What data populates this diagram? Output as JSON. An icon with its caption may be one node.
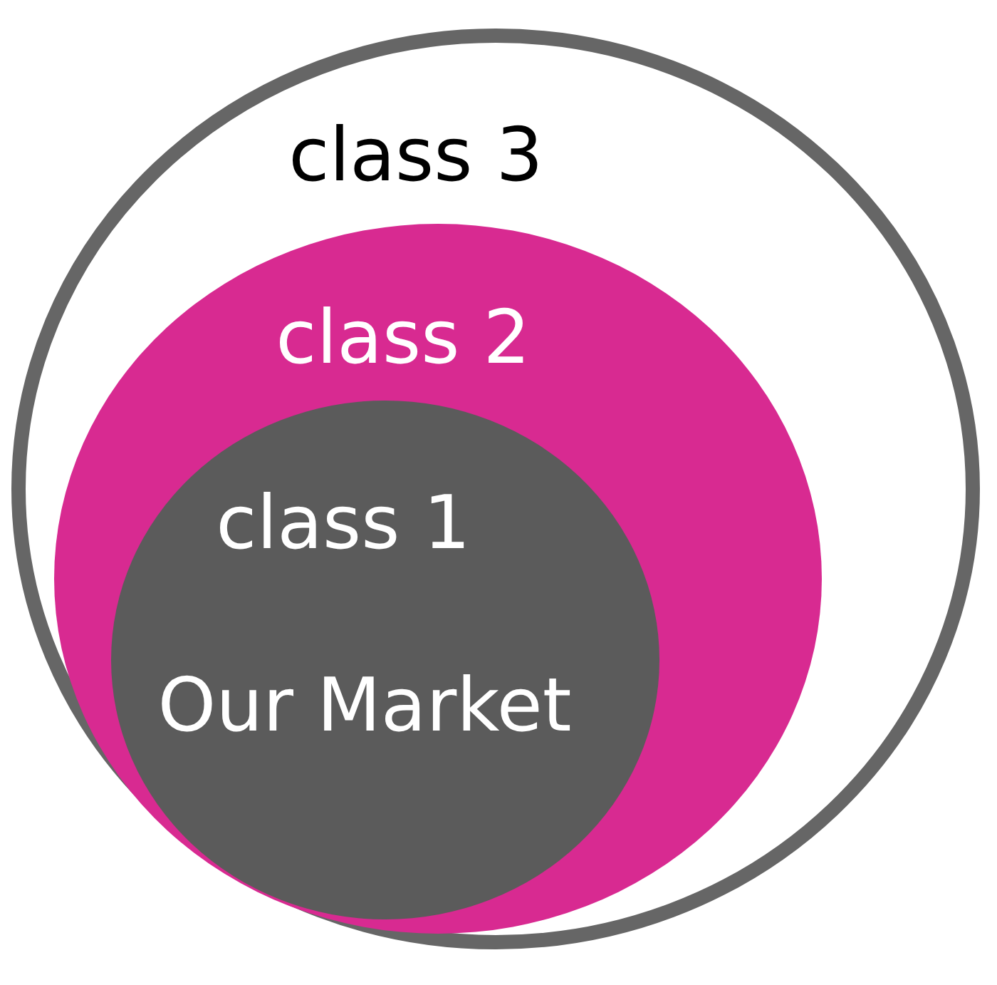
{
  "diagram": {
    "nodes": [
      {
        "text": [
          "class 3"
        ]
      },
      {
        "text": [
          "class 2"
        ],
        "in": 0
      },
      {
        "text": [
          "class 1",
          "Our Market"
        ],
        "in": 1
      }
    ]
  }
}
